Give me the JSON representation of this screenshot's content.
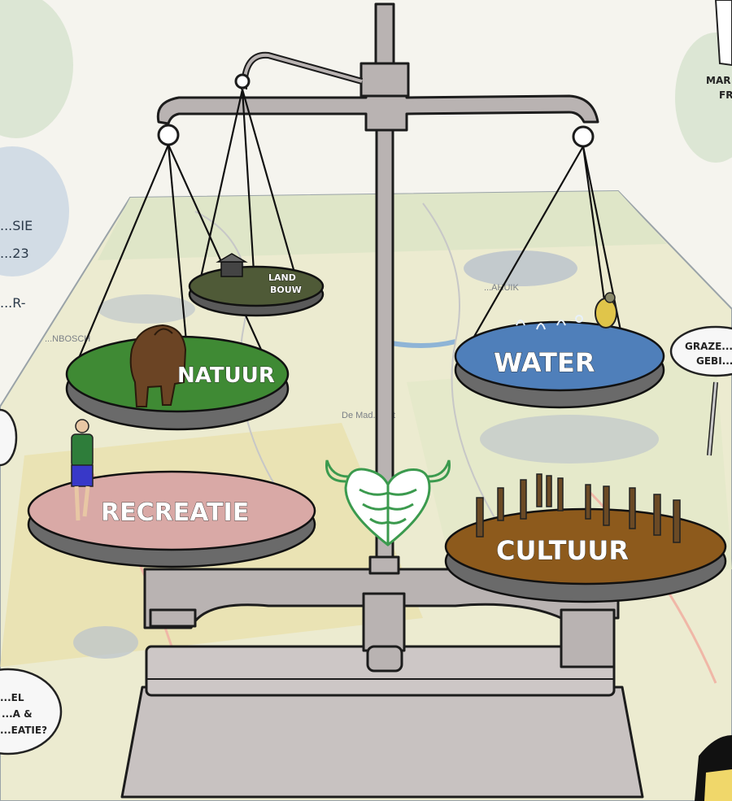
{
  "pans": {
    "landbouw": {
      "line1": "LAND",
      "line2": "BOUW",
      "color": "#4f5a37"
    },
    "natuur": {
      "label": "NATUUR",
      "color": "#3f8a34"
    },
    "water": {
      "label": "WATER",
      "color": "#4f7fba"
    },
    "recreatie": {
      "label": "RECREATIE",
      "color": "#d9a9a6"
    },
    "cultuur": {
      "label": "CULTUUR",
      "color": "#8d5a1c"
    }
  },
  "map": {
    "place_label": "De Mad...orst",
    "place_left": "...NBOSCH",
    "place_right": "...AHUIK",
    "place_top": "..."
  },
  "edge": {
    "left_fragments": [
      "...SIE",
      "...23",
      "...R-"
    ],
    "top_right": [
      "MAR...",
      "FR..."
    ],
    "bubble_right": [
      "GRAZE...",
      "GEBI..."
    ],
    "bubble_left": [
      "...EL",
      "...A &",
      "...EATIE?"
    ]
  },
  "colors": {
    "scale_metal": "#b9b3b2",
    "outline": "#1c1c1c",
    "logo_green": "#3b9a4e"
  }
}
